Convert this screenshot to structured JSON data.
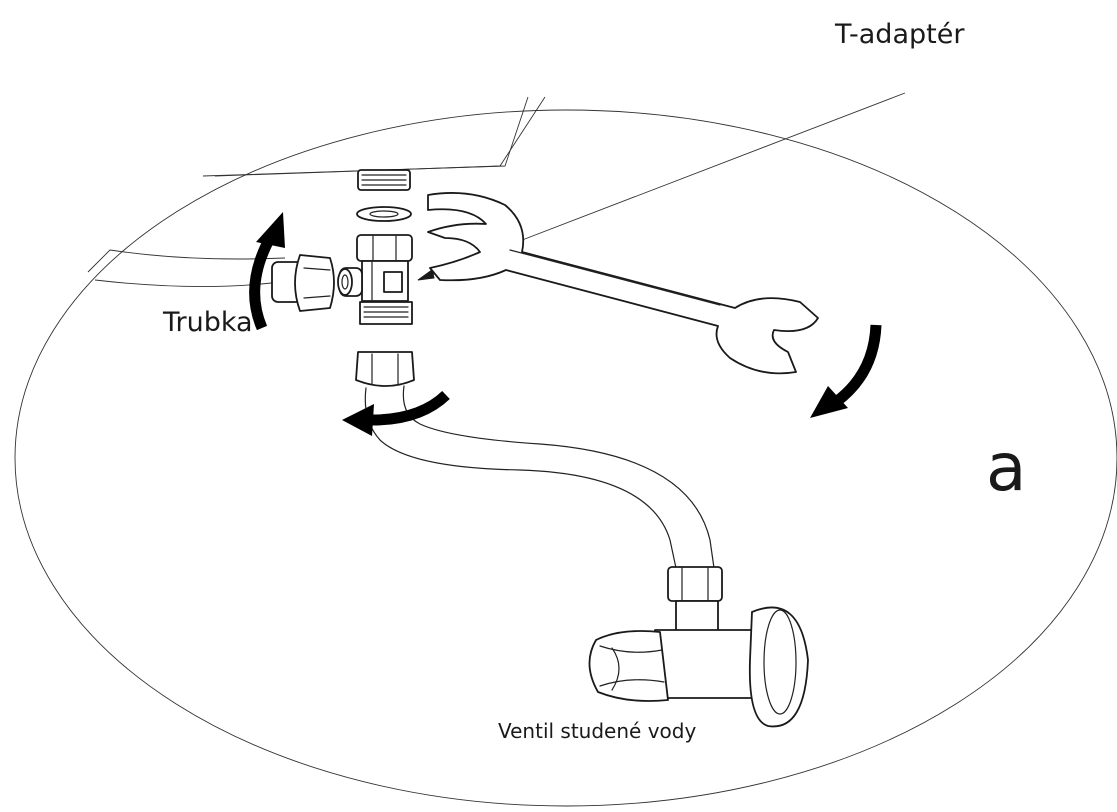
{
  "labels": {
    "t_adapter": "T-adaptér",
    "pipe": "Trubka",
    "cold_valve": "Ventil studené vody",
    "step": "a"
  }
}
